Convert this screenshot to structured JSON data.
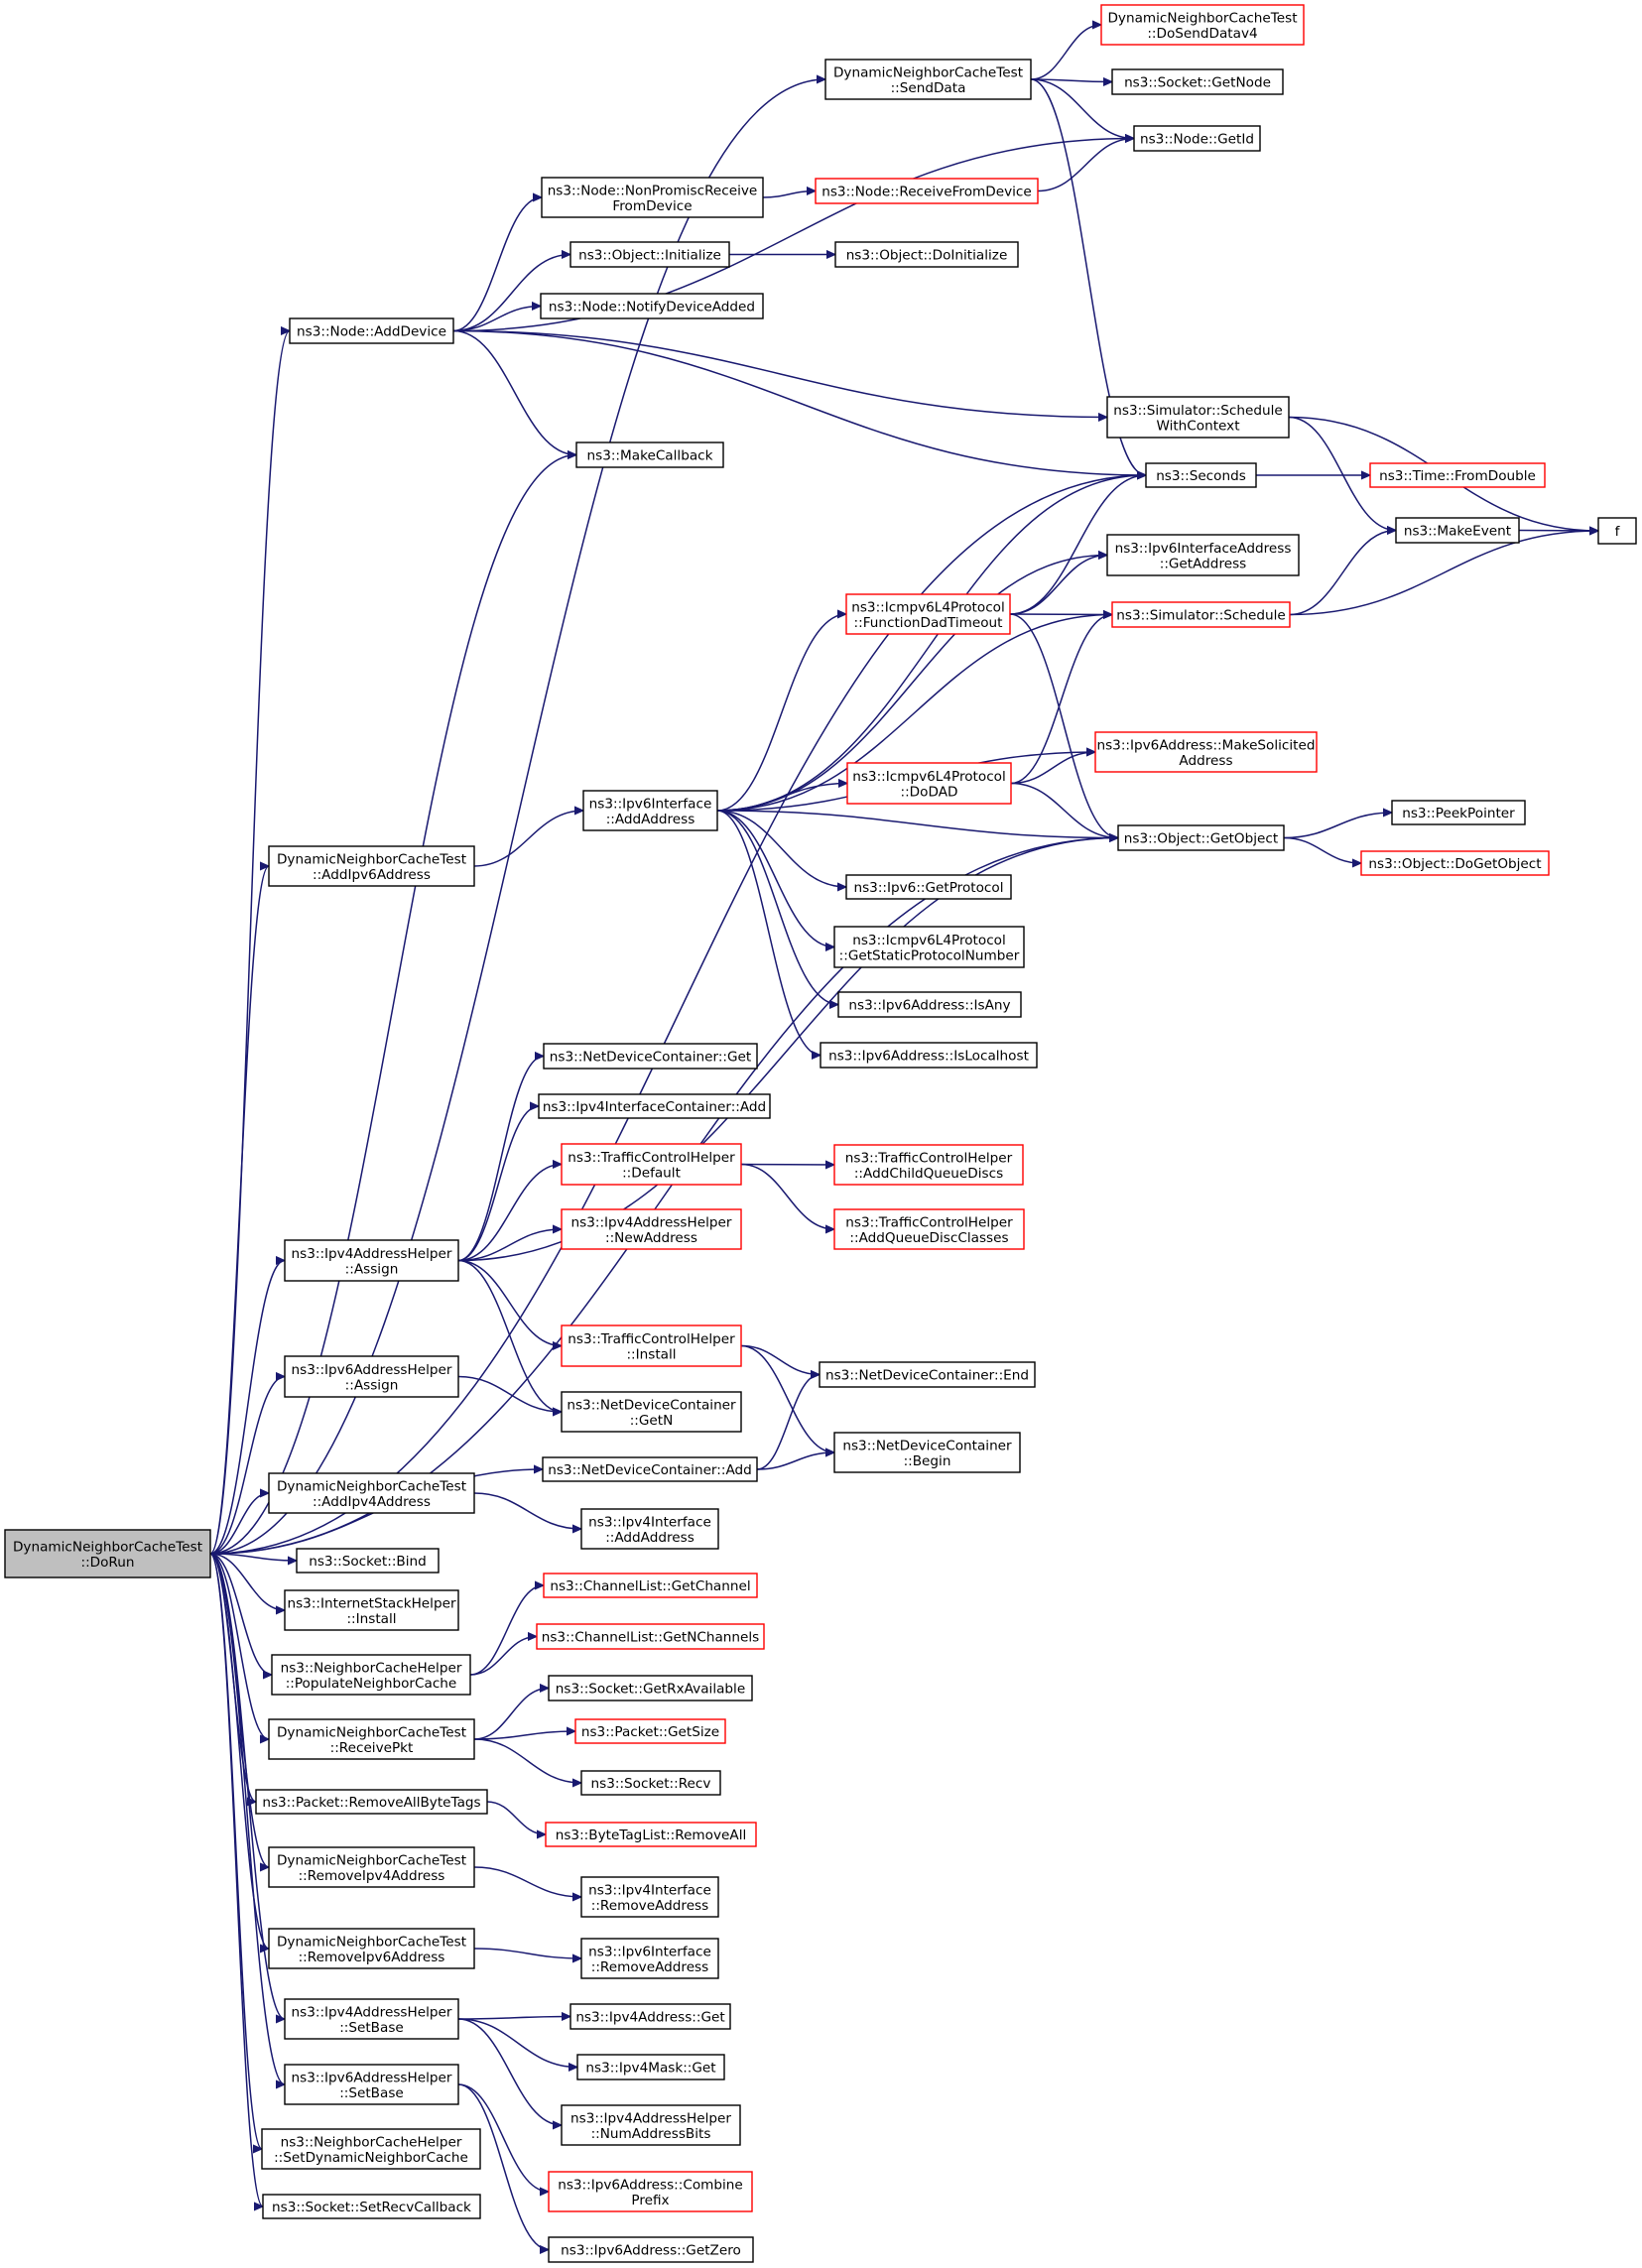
{
  "root_id": "doRun",
  "colors": {
    "edge": "#191970",
    "border_default": "#000000",
    "border_truncated": "#ff0000",
    "root_fill": "#bfbfbf",
    "node_fill": "#ffffff"
  },
  "nodes": [
    {
      "id": "doRun",
      "lines": [
        "DynamicNeighborCacheTest",
        "::DoRun"
      ],
      "style": "root"
    },
    {
      "id": "doSendDatav4",
      "lines": [
        "DynamicNeighborCacheTest",
        "::DoSendDatav4"
      ],
      "style": "red"
    },
    {
      "id": "sendData",
      "lines": [
        "DynamicNeighborCacheTest",
        "::SendData"
      ],
      "style": "normal"
    },
    {
      "id": "socketGetNode",
      "lines": [
        "ns3::Socket::GetNode"
      ],
      "style": "normal"
    },
    {
      "id": "nodeGetId",
      "lines": [
        "ns3::Node::GetId"
      ],
      "style": "normal"
    },
    {
      "id": "nonPromisc",
      "lines": [
        "ns3::Node::NonPromiscReceive",
        "FromDevice"
      ],
      "style": "normal"
    },
    {
      "id": "receiveFromDevice",
      "lines": [
        "ns3::Node::ReceiveFromDevice"
      ],
      "style": "red"
    },
    {
      "id": "objInitialize",
      "lines": [
        "ns3::Object::Initialize"
      ],
      "style": "normal"
    },
    {
      "id": "objDoInitialize",
      "lines": [
        "ns3::Object::DoInitialize"
      ],
      "style": "normal"
    },
    {
      "id": "notifyDeviceAdded",
      "lines": [
        "ns3::Node::NotifyDeviceAdded"
      ],
      "style": "normal"
    },
    {
      "id": "addDevice",
      "lines": [
        "ns3::Node::AddDevice"
      ],
      "style": "normal"
    },
    {
      "id": "scheduleWithContext",
      "lines": [
        "ns3::Simulator::Schedule",
        "WithContext"
      ],
      "style": "normal"
    },
    {
      "id": "f",
      "lines": [
        "f"
      ],
      "style": "normal"
    },
    {
      "id": "makeCallback",
      "lines": [
        "ns3::MakeCallback"
      ],
      "style": "normal"
    },
    {
      "id": "seconds",
      "lines": [
        "ns3::Seconds"
      ],
      "style": "normal"
    },
    {
      "id": "timeFromDouble",
      "lines": [
        "ns3::Time::FromDouble"
      ],
      "style": "red"
    },
    {
      "id": "makeEvent",
      "lines": [
        "ns3::MakeEvent"
      ],
      "style": "normal"
    },
    {
      "id": "ipv6IfAddrGetAddress",
      "lines": [
        "ns3::Ipv6InterfaceAddress",
        "::GetAddress"
      ],
      "style": "normal"
    },
    {
      "id": "functionDadTimeout",
      "lines": [
        "ns3::Icmpv6L4Protocol",
        "::FunctionDadTimeout"
      ],
      "style": "red"
    },
    {
      "id": "simSchedule",
      "lines": [
        "ns3::Simulator::Schedule"
      ],
      "style": "red"
    },
    {
      "id": "makeSolicited",
      "lines": [
        "ns3::Ipv6Address::MakeSolicited",
        "Address"
      ],
      "style": "red"
    },
    {
      "id": "doDad",
      "lines": [
        "ns3::Icmpv6L4Protocol",
        "::DoDAD"
      ],
      "style": "red"
    },
    {
      "id": "ipv6IfAddAddress",
      "lines": [
        "ns3::Ipv6Interface",
        "::AddAddress"
      ],
      "style": "normal"
    },
    {
      "id": "addIpv6Address",
      "lines": [
        "DynamicNeighborCacheTest",
        "::AddIpv6Address"
      ],
      "style": "normal"
    },
    {
      "id": "objGetObject",
      "lines": [
        "ns3::Object::GetObject"
      ],
      "style": "normal"
    },
    {
      "id": "peekPointer",
      "lines": [
        "ns3::PeekPointer"
      ],
      "style": "normal"
    },
    {
      "id": "objDoGetObject",
      "lines": [
        "ns3::Object::DoGetObject"
      ],
      "style": "red"
    },
    {
      "id": "ipv6GetProtocol",
      "lines": [
        "ns3::Ipv6::GetProtocol"
      ],
      "style": "normal"
    },
    {
      "id": "getStaticProtocolNumber",
      "lines": [
        "ns3::Icmpv6L4Protocol",
        "::GetStaticProtocolNumber"
      ],
      "style": "normal"
    },
    {
      "id": "ipv6IsAny",
      "lines": [
        "ns3::Ipv6Address::IsAny"
      ],
      "style": "normal"
    },
    {
      "id": "ipv6IsLocalhost",
      "lines": [
        "ns3::Ipv6Address::IsLocalhost"
      ],
      "style": "normal"
    },
    {
      "id": "ndcGet",
      "lines": [
        "ns3::NetDeviceContainer::Get"
      ],
      "style": "normal"
    },
    {
      "id": "ipv4IfcAdd",
      "lines": [
        "ns3::Ipv4InterfaceContainer::Add"
      ],
      "style": "normal"
    },
    {
      "id": "tchDefault",
      "lines": [
        "ns3::TrafficControlHelper",
        "::Default"
      ],
      "style": "red"
    },
    {
      "id": "tchAddChildQueueDiscs",
      "lines": [
        "ns3::TrafficControlHelper",
        "::AddChildQueueDiscs"
      ],
      "style": "red"
    },
    {
      "id": "tchAddQueueDiscClasses",
      "lines": [
        "ns3::TrafficControlHelper",
        "::AddQueueDiscClasses"
      ],
      "style": "red"
    },
    {
      "id": "ipv4AddrHelperNewAddress",
      "lines": [
        "ns3::Ipv4AddressHelper",
        "::NewAddress"
      ],
      "style": "red"
    },
    {
      "id": "ipv4AddrHelperAssign",
      "lines": [
        "ns3::Ipv4AddressHelper",
        "::Assign"
      ],
      "style": "normal"
    },
    {
      "id": "tchInstall",
      "lines": [
        "ns3::TrafficControlHelper",
        "::Install"
      ],
      "style": "red"
    },
    {
      "id": "ndcEnd",
      "lines": [
        "ns3::NetDeviceContainer::End"
      ],
      "style": "normal"
    },
    {
      "id": "ipv6AddrHelperAssign",
      "lines": [
        "ns3::Ipv6AddressHelper",
        "::Assign"
      ],
      "style": "normal"
    },
    {
      "id": "ndcGetN",
      "lines": [
        "ns3::NetDeviceContainer",
        "::GetN"
      ],
      "style": "normal"
    },
    {
      "id": "ndcBegin",
      "lines": [
        "ns3::NetDeviceContainer",
        "::Begin"
      ],
      "style": "normal"
    },
    {
      "id": "ndcAdd",
      "lines": [
        "ns3::NetDeviceContainer::Add"
      ],
      "style": "normal"
    },
    {
      "id": "addIpv4Address",
      "lines": [
        "DynamicNeighborCacheTest",
        "::AddIpv4Address"
      ],
      "style": "normal"
    },
    {
      "id": "ipv4IfAddAddress",
      "lines": [
        "ns3::Ipv4Interface",
        "::AddAddress"
      ],
      "style": "normal"
    },
    {
      "id": "socketBind",
      "lines": [
        "ns3::Socket::Bind"
      ],
      "style": "normal"
    },
    {
      "id": "internetStackInstall",
      "lines": [
        "ns3::InternetStackHelper",
        "::Install"
      ],
      "style": "normal"
    },
    {
      "id": "channelListGetChannel",
      "lines": [
        "ns3::ChannelList::GetChannel"
      ],
      "style": "red"
    },
    {
      "id": "channelListGetNChannels",
      "lines": [
        "ns3::ChannelList::GetNChannels"
      ],
      "style": "red"
    },
    {
      "id": "populateNeighborCache",
      "lines": [
        "ns3::NeighborCacheHelper",
        "::PopulateNeighborCache"
      ],
      "style": "normal"
    },
    {
      "id": "socketGetRxAvailable",
      "lines": [
        "ns3::Socket::GetRxAvailable"
      ],
      "style": "normal"
    },
    {
      "id": "packetGetSize",
      "lines": [
        "ns3::Packet::GetSize"
      ],
      "style": "red"
    },
    {
      "id": "receivePkt",
      "lines": [
        "DynamicNeighborCacheTest",
        "::ReceivePkt"
      ],
      "style": "normal"
    },
    {
      "id": "socketRecv",
      "lines": [
        "ns3::Socket::Recv"
      ],
      "style": "normal"
    },
    {
      "id": "removeAllByteTags",
      "lines": [
        "ns3::Packet::RemoveAllByteTags"
      ],
      "style": "normal"
    },
    {
      "id": "byteTagListRemoveAll",
      "lines": [
        "ns3::ByteTagList::RemoveAll"
      ],
      "style": "red"
    },
    {
      "id": "removeIpv4Address",
      "lines": [
        "DynamicNeighborCacheTest",
        "::RemoveIpv4Address"
      ],
      "style": "normal"
    },
    {
      "id": "ipv4IfRemoveAddress",
      "lines": [
        "ns3::Ipv4Interface",
        "::RemoveAddress"
      ],
      "style": "normal"
    },
    {
      "id": "removeIpv6Address",
      "lines": [
        "DynamicNeighborCacheTest",
        "::RemoveIpv6Address"
      ],
      "style": "normal"
    },
    {
      "id": "ipv6IfRemoveAddress",
      "lines": [
        "ns3::Ipv6Interface",
        "::RemoveAddress"
      ],
      "style": "normal"
    },
    {
      "id": "ipv4AddrHelperSetBase",
      "lines": [
        "ns3::Ipv4AddressHelper",
        "::SetBase"
      ],
      "style": "normal"
    },
    {
      "id": "ipv4AddressGet",
      "lines": [
        "ns3::Ipv4Address::Get"
      ],
      "style": "normal"
    },
    {
      "id": "ipv4MaskGet",
      "lines": [
        "ns3::Ipv4Mask::Get"
      ],
      "style": "normal"
    },
    {
      "id": "numAddressBits",
      "lines": [
        "ns3::Ipv4AddressHelper",
        "::NumAddressBits"
      ],
      "style": "normal"
    },
    {
      "id": "ipv6AddrHelperSetBase",
      "lines": [
        "ns3::Ipv6AddressHelper",
        "::SetBase"
      ],
      "style": "normal"
    },
    {
      "id": "ipv6CombinePrefix",
      "lines": [
        "ns3::Ipv6Address::Combine",
        "Prefix"
      ],
      "style": "red"
    },
    {
      "id": "setDynamicNeighborCache",
      "lines": [
        "ns3::NeighborCacheHelper",
        "::SetDynamicNeighborCache"
      ],
      "style": "normal"
    },
    {
      "id": "ipv6GetZero",
      "lines": [
        "ns3::Ipv6Address::GetZero"
      ],
      "style": "normal"
    },
    {
      "id": "setRecvCallback",
      "lines": [
        "ns3::Socket::SetRecvCallback"
      ],
      "style": "normal"
    }
  ],
  "edges": [
    [
      "doRun",
      "sendData"
    ],
    [
      "doRun",
      "addDevice"
    ],
    [
      "doRun",
      "makeCallback"
    ],
    [
      "doRun",
      "seconds"
    ],
    [
      "doRun",
      "addIpv6Address"
    ],
    [
      "doRun",
      "objGetObject"
    ],
    [
      "doRun",
      "ipv4AddrHelperAssign"
    ],
    [
      "doRun",
      "ipv6AddrHelperAssign"
    ],
    [
      "doRun",
      "ndcAdd"
    ],
    [
      "doRun",
      "addIpv4Address"
    ],
    [
      "doRun",
      "socketBind"
    ],
    [
      "doRun",
      "internetStackInstall"
    ],
    [
      "doRun",
      "populateNeighborCache"
    ],
    [
      "doRun",
      "receivePkt"
    ],
    [
      "doRun",
      "removeAllByteTags"
    ],
    [
      "doRun",
      "removeIpv4Address"
    ],
    [
      "doRun",
      "removeIpv6Address"
    ],
    [
      "doRun",
      "ipv4AddrHelperSetBase"
    ],
    [
      "doRun",
      "ipv6AddrHelperSetBase"
    ],
    [
      "doRun",
      "setDynamicNeighborCache"
    ],
    [
      "doRun",
      "setRecvCallback"
    ],
    [
      "sendData",
      "doSendDatav4"
    ],
    [
      "sendData",
      "socketGetNode"
    ],
    [
      "sendData",
      "nodeGetId"
    ],
    [
      "sendData",
      "seconds"
    ],
    [
      "addDevice",
      "nodeGetId"
    ],
    [
      "addDevice",
      "nonPromisc"
    ],
    [
      "addDevice",
      "objInitialize"
    ],
    [
      "addDevice",
      "notifyDeviceAdded"
    ],
    [
      "addDevice",
      "scheduleWithContext"
    ],
    [
      "addDevice",
      "makeCallback"
    ],
    [
      "addDevice",
      "seconds"
    ],
    [
      "nonPromisc",
      "receiveFromDevice"
    ],
    [
      "receiveFromDevice",
      "nodeGetId"
    ],
    [
      "objInitialize",
      "objDoInitialize"
    ],
    [
      "scheduleWithContext",
      "f"
    ],
    [
      "scheduleWithContext",
      "makeEvent"
    ],
    [
      "seconds",
      "timeFromDouble"
    ],
    [
      "makeEvent",
      "f"
    ],
    [
      "functionDadTimeout",
      "seconds"
    ],
    [
      "functionDadTimeout",
      "ipv6IfAddrGetAddress"
    ],
    [
      "functionDadTimeout",
      "simSchedule"
    ],
    [
      "functionDadTimeout",
      "objGetObject"
    ],
    [
      "simSchedule",
      "makeEvent"
    ],
    [
      "simSchedule",
      "f"
    ],
    [
      "doDad",
      "makeSolicited"
    ],
    [
      "doDad",
      "simSchedule"
    ],
    [
      "doDad",
      "objGetObject"
    ],
    [
      "ipv6IfAddAddress",
      "seconds"
    ],
    [
      "ipv6IfAddAddress",
      "ipv6IfAddrGetAddress"
    ],
    [
      "ipv6IfAddAddress",
      "functionDadTimeout"
    ],
    [
      "ipv6IfAddAddress",
      "simSchedule"
    ],
    [
      "ipv6IfAddAddress",
      "makeSolicited"
    ],
    [
      "ipv6IfAddAddress",
      "doDad"
    ],
    [
      "ipv6IfAddAddress",
      "objGetObject"
    ],
    [
      "ipv6IfAddAddress",
      "ipv6GetProtocol"
    ],
    [
      "ipv6IfAddAddress",
      "getStaticProtocolNumber"
    ],
    [
      "ipv6IfAddAddress",
      "ipv6IsAny"
    ],
    [
      "ipv6IfAddAddress",
      "ipv6IsLocalhost"
    ],
    [
      "addIpv6Address",
      "ipv6IfAddAddress"
    ],
    [
      "objGetObject",
      "peekPointer"
    ],
    [
      "objGetObject",
      "objDoGetObject"
    ],
    [
      "ipv4AddrHelperAssign",
      "ndcGet"
    ],
    [
      "ipv4AddrHelperAssign",
      "ipv4IfcAdd"
    ],
    [
      "ipv4AddrHelperAssign",
      "tchDefault"
    ],
    [
      "ipv4AddrHelperAssign",
      "ipv4AddrHelperNewAddress"
    ],
    [
      "ipv4AddrHelperAssign",
      "objGetObject"
    ],
    [
      "ipv4AddrHelperAssign",
      "tchInstall"
    ],
    [
      "ipv4AddrHelperAssign",
      "ndcGetN"
    ],
    [
      "tchDefault",
      "tchAddChildQueueDiscs"
    ],
    [
      "tchDefault",
      "tchAddQueueDiscClasses"
    ],
    [
      "tchInstall",
      "ndcEnd"
    ],
    [
      "tchInstall",
      "ndcBegin"
    ],
    [
      "ipv6AddrHelperAssign",
      "ndcGetN"
    ],
    [
      "ndcAdd",
      "ndcEnd"
    ],
    [
      "ndcAdd",
      "ndcBegin"
    ],
    [
      "addIpv4Address",
      "ipv4IfAddAddress"
    ],
    [
      "populateNeighborCache",
      "channelListGetChannel"
    ],
    [
      "populateNeighborCache",
      "channelListGetNChannels"
    ],
    [
      "receivePkt",
      "socketGetRxAvailable"
    ],
    [
      "receivePkt",
      "packetGetSize"
    ],
    [
      "receivePkt",
      "socketRecv"
    ],
    [
      "removeAllByteTags",
      "byteTagListRemoveAll"
    ],
    [
      "removeIpv4Address",
      "ipv4IfRemoveAddress"
    ],
    [
      "removeIpv6Address",
      "ipv6IfRemoveAddress"
    ],
    [
      "ipv4AddrHelperSetBase",
      "ipv4AddressGet"
    ],
    [
      "ipv4AddrHelperSetBase",
      "ipv4MaskGet"
    ],
    [
      "ipv4AddrHelperSetBase",
      "numAddressBits"
    ],
    [
      "ipv6AddrHelperSetBase",
      "ipv6CombinePrefix"
    ],
    [
      "ipv6AddrHelperSetBase",
      "ipv6GetZero"
    ]
  ]
}
